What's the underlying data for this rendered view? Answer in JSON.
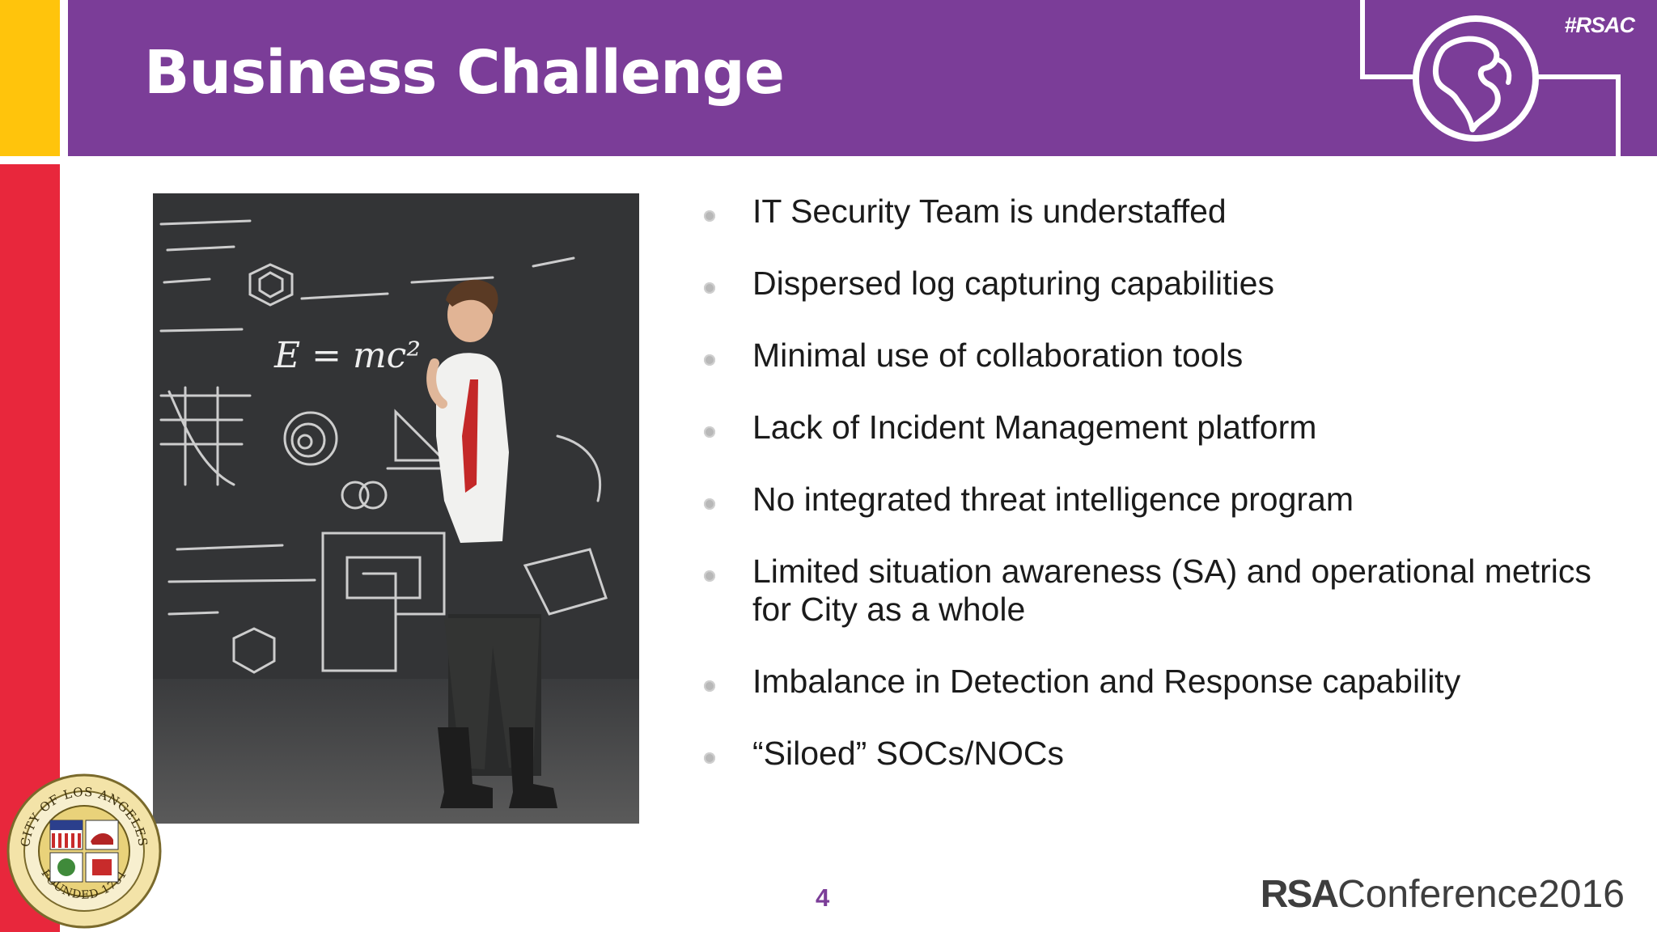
{
  "slide": {
    "title": "Business Challenge",
    "hashtag": "#RSAC",
    "page_number": "4"
  },
  "bullets": [
    "IT Security Team is understaffed",
    "Dispersed log capturing capabilities",
    "Minimal use of collaboration tools",
    "Lack of Incident Management platform",
    "No integrated threat intelligence program",
    "Limited situation awareness (SA) and operational metrics for City as a whole",
    "Imbalance in Detection and Response capability",
    "“Siloed” SOCs/NOCs"
  ],
  "photo": {
    "formula_text": "E = mc²"
  },
  "footer": {
    "brand_bold": "RSA",
    "brand_rest": "Conference2016"
  },
  "seal": {
    "top_text": "CITY OF LOS ANGELES",
    "bottom_text": "FOUNDED 1781"
  },
  "colors": {
    "header_purple": "#7B3D98",
    "accent_yellow": "#FFC40C",
    "accent_red": "#E8273C"
  },
  "icons": {
    "header_icon": "globe-icon",
    "bullet_icon": "bullet-dot-icon"
  }
}
